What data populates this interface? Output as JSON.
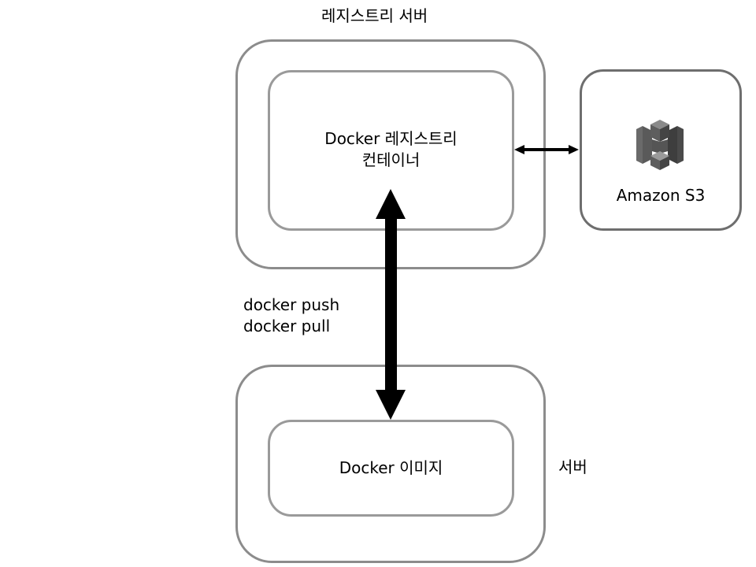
{
  "registry_server": {
    "title": "레지스트리 서버",
    "container": {
      "line1": "Docker 레지스트리",
      "line2": "컨테이너"
    }
  },
  "storage": {
    "label": "Amazon S3",
    "icon": "amazon-s3-icon"
  },
  "commands": {
    "line1": "docker push",
    "line2": "docker pull"
  },
  "server": {
    "title": "서버",
    "image": {
      "label": "Docker 이미지"
    }
  },
  "colors": {
    "arrow": "#000000",
    "outer_border": "#8c8c8c",
    "s3_border": "#6e6e6e",
    "icon": "#5a5a5a"
  }
}
